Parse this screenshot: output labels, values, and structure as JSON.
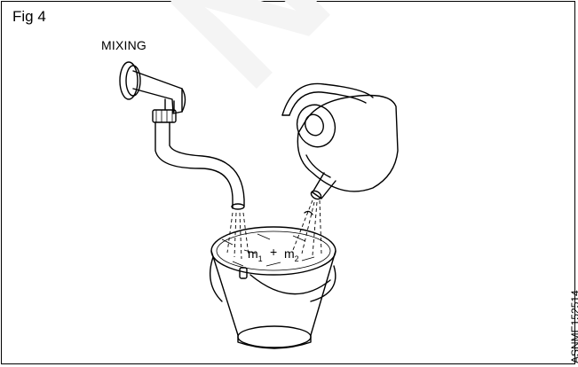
{
  "figure": {
    "label": "Fig 4",
    "title": "MIXING",
    "code": "ASNME152514",
    "mix_m1": "m",
    "mix_m1_sub": "1",
    "mix_plus": "+",
    "mix_m2": "m",
    "mix_m2_sub": "2",
    "watermark": "NO"
  },
  "icons": [
    "tap-icon",
    "kettle-icon",
    "bucket-icon"
  ],
  "colors": {
    "line": "#000000",
    "background": "#ffffff"
  }
}
